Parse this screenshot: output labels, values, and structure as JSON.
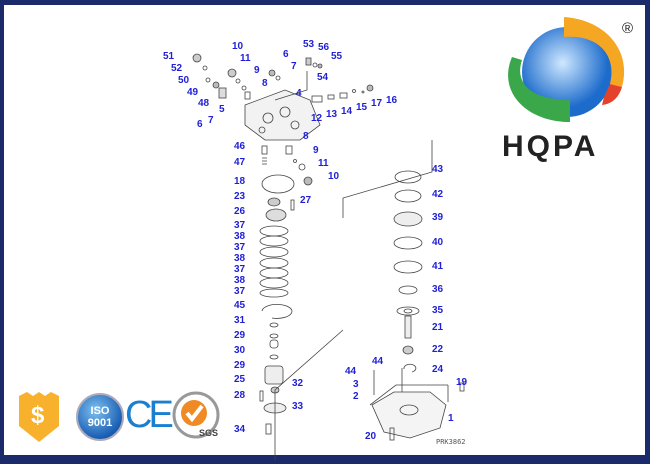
{
  "diagram": {
    "labels": [
      "51",
      "52",
      "10",
      "11",
      "6",
      "7",
      "53",
      "56",
      "55",
      "50",
      "9",
      "54",
      "49",
      "8",
      "4",
      "12",
      "13",
      "14",
      "15",
      "17",
      "16",
      "48",
      "5",
      "7",
      "6",
      "46",
      "8",
      "9",
      "47",
      "11",
      "10",
      "18",
      "23",
      "27",
      "26",
      "37",
      "38",
      "37",
      "38",
      "37",
      "38",
      "37",
      "45",
      "31",
      "29",
      "30",
      "29",
      "25",
      "32",
      "28",
      "33",
      "34",
      "43",
      "42",
      "39",
      "40",
      "41",
      "36",
      "35",
      "21",
      "22",
      "44",
      "24",
      "44",
      "19",
      "3",
      "2",
      "1",
      "20"
    ],
    "drawing_code": "PRK3862"
  },
  "brand": {
    "name": "HQPA",
    "registered": "®",
    "colors": {
      "green": "#3aa84a",
      "blue": "#2a7fd4",
      "orange": "#f39a1e",
      "frame": "#1b2a6b",
      "label": "#1f1fd6"
    }
  },
  "certifications": {
    "iso_top": "ISO",
    "iso_bottom": "9001",
    "ce": "CE",
    "sgs": "SGS",
    "shield_symbol": "$"
  }
}
